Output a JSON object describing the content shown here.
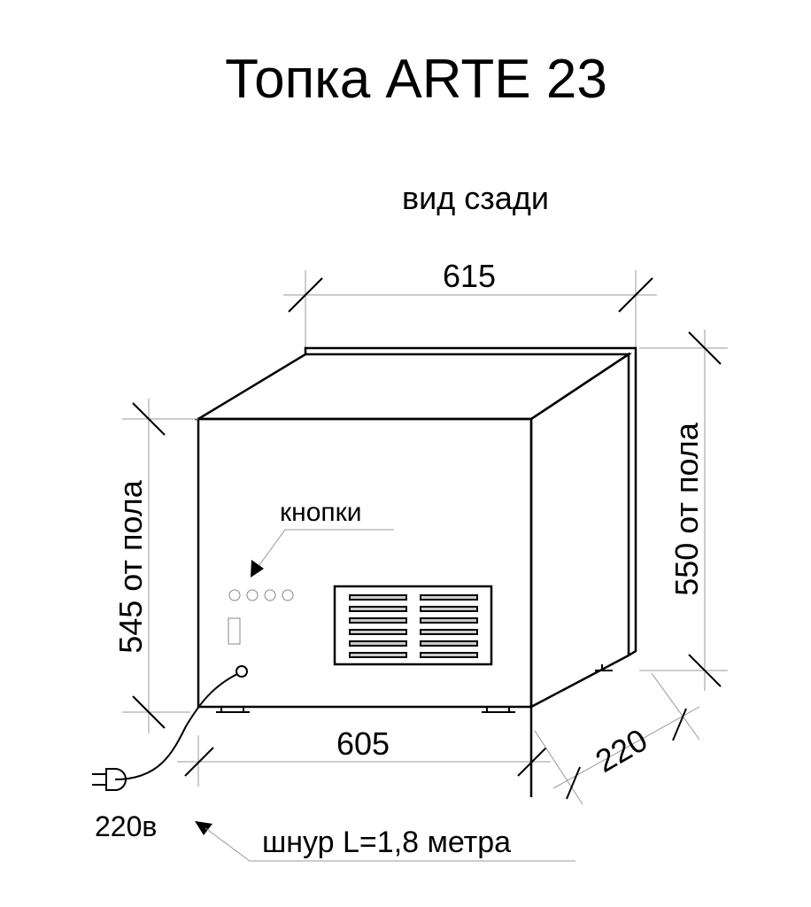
{
  "title": "Топка ARTE 23",
  "view_label": "вид сзади",
  "dimensions": {
    "top_width": "615",
    "bottom_width": "605",
    "depth": "220",
    "left_height": "545 от пола",
    "right_height": "550 от пола"
  },
  "callouts": {
    "buttons": "кнопки",
    "voltage": "220в",
    "cord": "шнур L=1,8 метра"
  },
  "colors": {
    "line": "#000000",
    "dimension_line": "#999999"
  }
}
